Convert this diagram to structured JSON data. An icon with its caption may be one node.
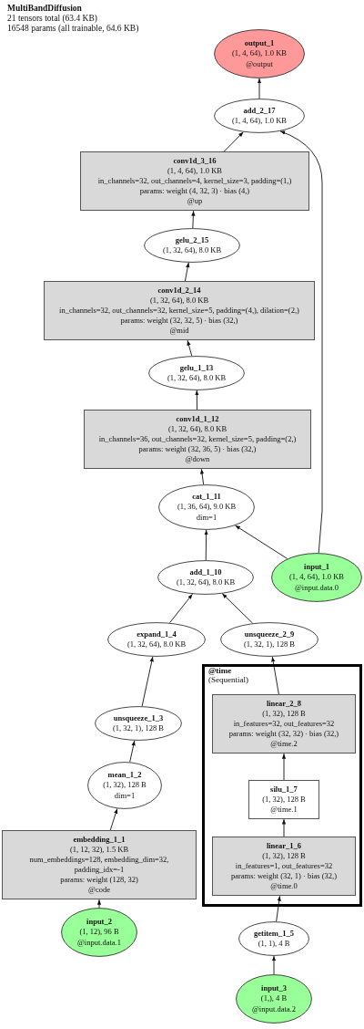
{
  "diagram": {
    "title": "MultiBandDiffusion",
    "labels": [
      "21 tensors total (63.4 KB)",
      "16548 params (all trainable, 64.6 KB)"
    ],
    "nodes": [
      {
        "text": [
          "output_1",
          "(1, 4, 64), 1.0 KB",
          "@output"
        ]
      },
      {
        "text": [
          "add_2_17",
          "(1, 4, 64), 1.0 KB"
        ]
      },
      {
        "text": [
          "conv1d_3_16",
          "(1, 4, 64), 1.0 KB",
          "in_channels=32, out_channels=4, kernel_size=3, padding=(1,)",
          "params: weight (4, 32, 3) · bias (4,)",
          "@up"
        ]
      },
      {
        "text": [
          "gelu_2_15",
          "(1, 32, 64), 8.0 KB"
        ]
      },
      {
        "text": [
          "conv1d_2_14",
          "(1, 32, 64), 8.0 KB",
          "in_channels=32, out_channels=32, kernel_size=5, padding=(4,), dilation=(2,)",
          "params: weight (32, 32, 5) · bias (32,)",
          "@mid"
        ]
      },
      {
        "text": [
          "gelu_1_13",
          "(1, 32, 64), 8.0 KB"
        ]
      },
      {
        "text": [
          "conv1d_1_12",
          "(1, 32, 64), 8.0 KB",
          "in_channels=36, out_channels=32, kernel_size=5, padding=(2,)",
          "params: weight (32, 36, 5) · bias (32,)",
          "@down"
        ]
      },
      {
        "text": [
          "cat_1_11",
          "(1, 36, 64), 9.0 KB",
          "dim=1"
        ]
      },
      {
        "text": [
          "input_1",
          "(1, 4, 64), 1.0 KB",
          "@input.data.0"
        ]
      },
      {
        "text": [
          "add_1_10",
          "(1, 32, 64), 8.0 KB"
        ]
      },
      {
        "text": [
          "expand_1_4",
          "(1, 32, 64), 8.0 KB"
        ]
      },
      {
        "text": [
          "unsqueeze_2_9",
          "(1, 32, 1), 128 B"
        ]
      },
      {
        "text": [
          "@time",
          "(Sequential)"
        ]
      },
      {
        "text": [
          "unsqueeze_1_3",
          "(1, 32, 1), 128 B"
        ]
      },
      {
        "text": [
          "linear_2_8",
          "(1, 32), 128 B",
          "in_features=32, out_features=32",
          "params: weight (32, 32) · bias (32,)",
          "@time.2"
        ],
        "in": 12
      },
      {
        "text": [
          "mean_1_2",
          "(1, 32), 128 B",
          "dim=1"
        ]
      },
      {
        "text": [
          "silu_1_7",
          "(1, 32), 128 B",
          "@time.1"
        ],
        "in": 12
      },
      {
        "text": [
          "embedding_1_1",
          "(1, 12, 32), 1.5 KB",
          "num_embeddings=128, embedding_dim=32, padding_idx=-1",
          "params: weight (128, 32)",
          "@code"
        ]
      },
      {
        "text": [
          "linear_1_6",
          "(1, 32), 128 B",
          "in_features=1, out_features=32",
          "params: weight (32, 1) · bias (32,)",
          "@time.0"
        ],
        "in": 12
      },
      {
        "text": [
          "input_2",
          "(1, 12), 96 B",
          "@input.data.1"
        ]
      },
      {
        "text": [
          "getitem_1_5",
          "(1, 1), 4 B"
        ]
      },
      {
        "text": [
          "input_3",
          "(1,), 4 B",
          "@input.data.2"
        ]
      }
    ],
    "edges": [
      {
        "from": 1,
        "to": 0,
        "arrow": "to"
      },
      {
        "from": 2,
        "to": 1,
        "arrow": "to"
      },
      {
        "from": 8,
        "to": 1,
        "arrow": "to"
      },
      {
        "from": 3,
        "to": 2,
        "arrow": "to"
      },
      {
        "from": 4,
        "to": 3,
        "arrow": "to"
      },
      {
        "from": 5,
        "to": 4,
        "arrow": "to"
      },
      {
        "from": 6,
        "to": 5,
        "arrow": "to"
      },
      {
        "from": 7,
        "to": 6,
        "arrow": "to"
      },
      {
        "from": 9,
        "to": 7,
        "arrow": "to"
      },
      {
        "from": 8,
        "to": 7,
        "arrow": "to"
      },
      {
        "from": 10,
        "to": 9,
        "arrow": "to"
      },
      {
        "from": 11,
        "to": 9,
        "arrow": "to"
      },
      {
        "from": 13,
        "to": 10,
        "arrow": "to"
      },
      {
        "from": 14,
        "to": 11,
        "arrow": "to"
      },
      {
        "from": 15,
        "to": 13,
        "arrow": "to"
      },
      {
        "from": 16,
        "to": 14,
        "arrow": "to"
      },
      {
        "from": 17,
        "to": 15,
        "arrow": "to"
      },
      {
        "from": 18,
        "to": 16,
        "arrow": "to"
      },
      {
        "from": 19,
        "to": 17,
        "arrow": "to"
      },
      {
        "from": 20,
        "to": 18,
        "arrow": "to"
      },
      {
        "from": 21,
        "to": 20,
        "arrow": "to"
      }
    ]
  }
}
